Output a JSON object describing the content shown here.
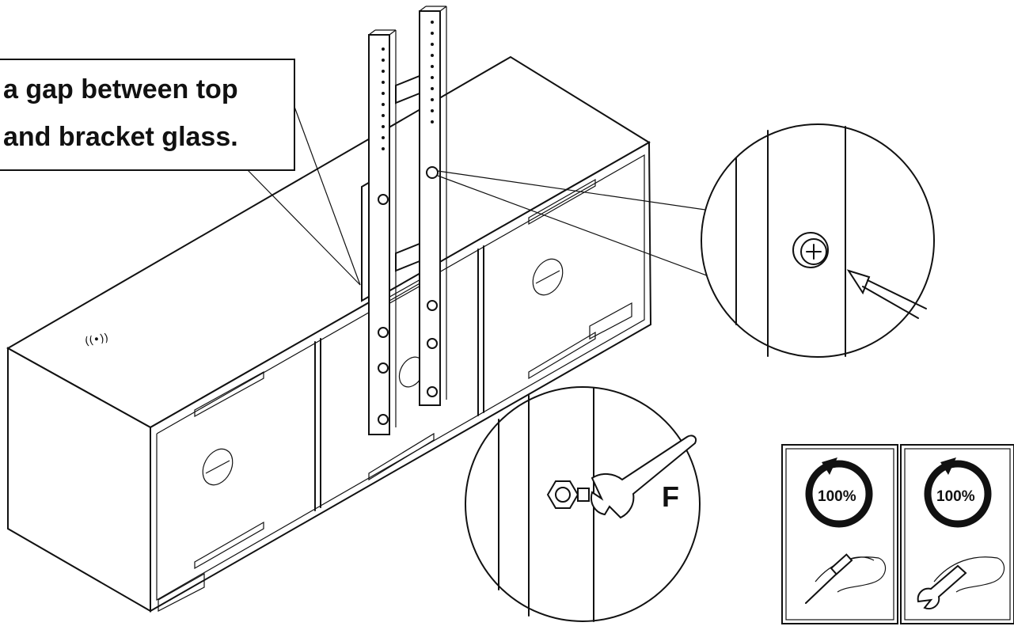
{
  "callout": {
    "line1": "a gap between top",
    "line2": "and bracket glass."
  },
  "wrench_label": "F",
  "torque_panels": [
    {
      "percent": "100%",
      "tool": "screwdriver"
    },
    {
      "percent": "100%",
      "tool": "wrench"
    }
  ],
  "icons": {
    "rotation": "clockwise-arrow-icon",
    "wireless": "wireless-charging-icon"
  }
}
